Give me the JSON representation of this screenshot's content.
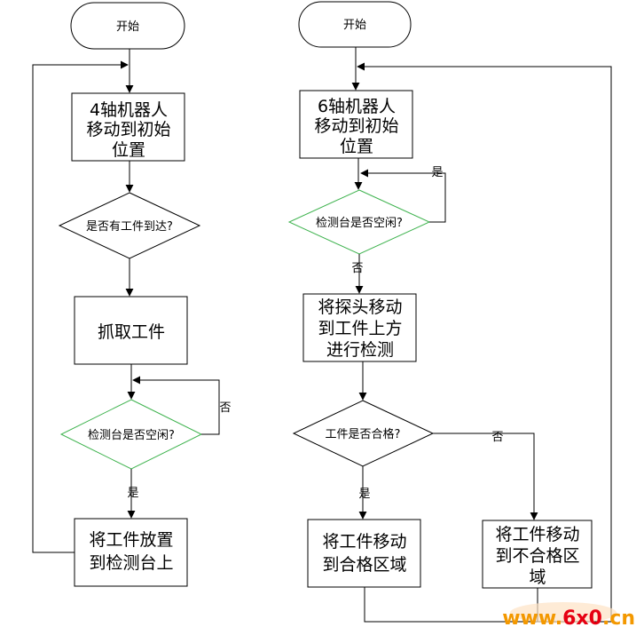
{
  "flowchart_left": {
    "start": "开始",
    "move_init": [
      "4轴机器人",
      "移动到初始",
      "位置"
    ],
    "decision_workpiece": "是否有工件到达?",
    "grab": "抓取工件",
    "decision_bench": "检测台是否空闲?",
    "label_no": "否",
    "label_yes": "是",
    "place": [
      "将工件放置",
      "到检测台上"
    ]
  },
  "flowchart_right": {
    "start": "开始",
    "move_init": [
      "6轴机器人",
      "移动到初始",
      "位置"
    ],
    "decision_bench": "检测台是否空闲?",
    "label_yes": "是",
    "label_no": "否",
    "probe": [
      "将探头移动",
      "到工件上方",
      "进行检测"
    ],
    "decision_pass": "工件是否合格?",
    "label_pass_yes": "是",
    "label_pass_no": "否",
    "move_pass": [
      "将工件移动",
      "到合格区域"
    ],
    "move_fail": [
      "将工件移动",
      "到不合格区",
      "域"
    ]
  },
  "watermark": {
    "prefix": "www.",
    "mid": "6x0",
    "suffix": ".cn"
  },
  "colors": {
    "decision_green": "#3fb34f",
    "watermark_orange": "#f39800",
    "watermark_red": "#e60012"
  }
}
